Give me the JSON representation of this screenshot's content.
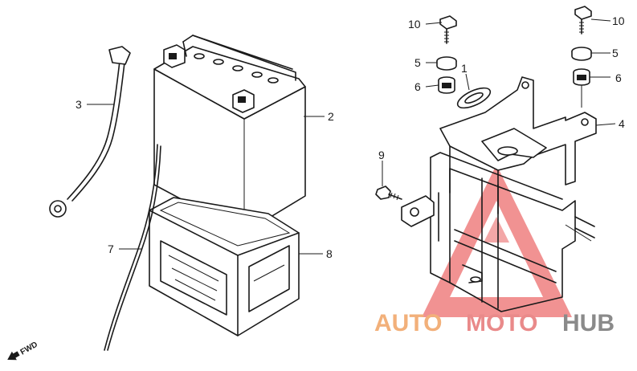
{
  "diagram": {
    "callouts": {
      "c1": "1",
      "c2": "2",
      "c3": "3",
      "c4": "4",
      "c5a": "5",
      "c5b": "5",
      "c6a": "6",
      "c6b": "6",
      "c7": "7",
      "c8": "8",
      "c9": "9",
      "c10a": "10",
      "c10b": "10"
    },
    "fwd_label": "FWD"
  },
  "watermark": {
    "part1": "AUTO",
    "part2": "MOTO",
    "part3": "HUB",
    "colors": {
      "auto": "#f2b07a",
      "moto": "#e98a8a",
      "hub": "#8a8a8a",
      "triangle": "#e84a4a"
    }
  }
}
